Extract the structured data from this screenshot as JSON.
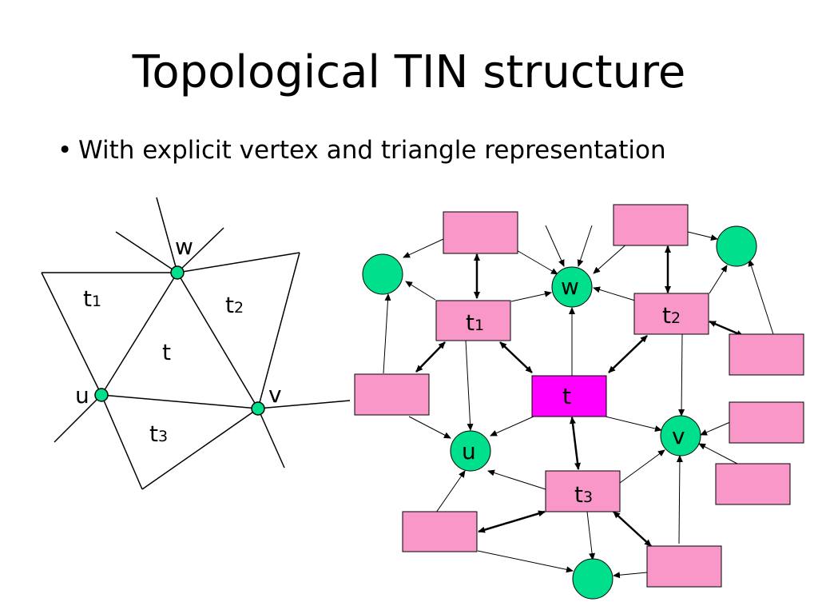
{
  "slide": {
    "title": "Topological TIN structure",
    "bullet_char": "•",
    "bullet_text": "With explicit vertex and triangle representation"
  },
  "geometry_panel": {
    "vertices": [
      {
        "id": "w",
        "label": "w"
      },
      {
        "id": "u",
        "label": "u"
      },
      {
        "id": "v",
        "label": "v"
      }
    ],
    "triangles": [
      {
        "id": "t",
        "main": "t",
        "sub": ""
      },
      {
        "id": "t1",
        "main": "t",
        "sub": "1"
      },
      {
        "id": "t2",
        "main": "t",
        "sub": "2"
      },
      {
        "id": "t3",
        "main": "t",
        "sub": "3"
      }
    ]
  },
  "graph_panel": {
    "triangle_nodes": [
      {
        "id": "t",
        "main": "t",
        "sub": ""
      },
      {
        "id": "t1",
        "main": "t",
        "sub": "1"
      },
      {
        "id": "t2",
        "main": "t",
        "sub": "2"
      },
      {
        "id": "t3",
        "main": "t",
        "sub": "3"
      }
    ],
    "vertex_nodes": [
      {
        "id": "w",
        "label": "w"
      },
      {
        "id": "u",
        "label": "u"
      },
      {
        "id": "v",
        "label": "v"
      }
    ]
  },
  "colors": {
    "vertex_fill": "#00e08c",
    "triangle_fill": "#f998c8",
    "center_triangle_fill": "#ff00ff",
    "stroke": "#000000"
  }
}
